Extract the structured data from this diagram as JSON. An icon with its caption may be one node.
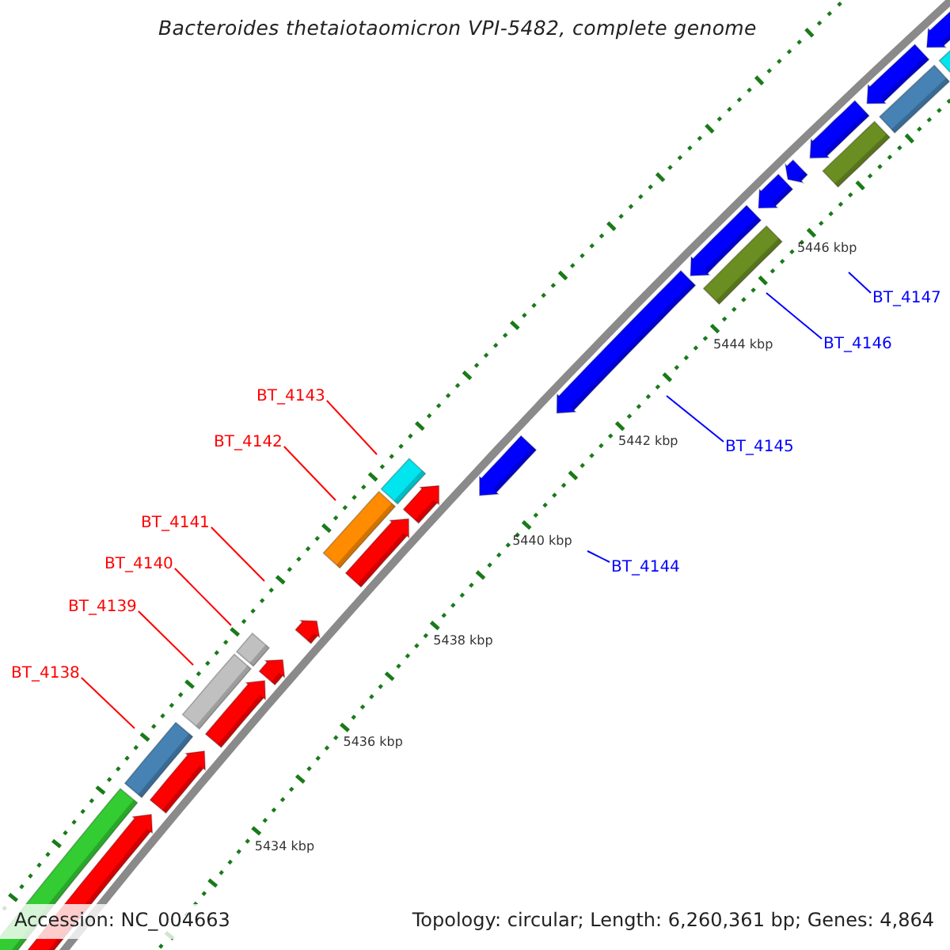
{
  "diagram": {
    "title": "Bacteroides thetaiotaomicron VPI-5482, complete genome",
    "nodes": [
      {
        "text": [
          "BT_4138"
        ]
      },
      {
        "text": [
          "BT_4139"
        ]
      },
      {
        "text": [
          "BT_4140"
        ]
      },
      {
        "text": [
          "BT_4141"
        ]
      },
      {
        "text": [
          "BT_4142"
        ]
      },
      {
        "text": [
          "BT_4143"
        ]
      },
      {
        "text": [
          "BT_4144"
        ]
      },
      {
        "text": [
          "BT_4145"
        ]
      },
      {
        "text": [
          "BT_4146"
        ]
      },
      {
        "text": [
          "BT_4147"
        ]
      }
    ],
    "edges": [
      {
        "from": 0,
        "to": null,
        "arrow": "none"
      },
      {
        "from": 1,
        "to": null,
        "arrow": "none"
      },
      {
        "from": 2,
        "to": null,
        "arrow": "none"
      },
      {
        "from": 3,
        "to": null,
        "arrow": "none"
      },
      {
        "from": 4,
        "to": null,
        "arrow": "none"
      },
      {
        "from": 5,
        "to": null,
        "arrow": "none"
      },
      {
        "from": 6,
        "to": null,
        "arrow": "none",
        "color": "#0000ff"
      },
      {
        "from": 7,
        "to": null,
        "arrow": "none",
        "color": "#0000ff"
      },
      {
        "from": 8,
        "to": null,
        "arrow": "none",
        "color": "#0000ff"
      },
      {
        "from": 9,
        "to": null,
        "arrow": "none",
        "color": "#0000ff"
      }
    ],
    "labels": [
      "5434 kbp",
      "5436 kbp",
      "5438 kbp",
      "5440 kbp",
      "5442 kbp",
      "5444 kbp",
      "5446 kbp",
      "Accession: NC_004663",
      "Topology: circular; Length: 6,260,361 bp; Genes: 4,864"
    ]
  }
}
